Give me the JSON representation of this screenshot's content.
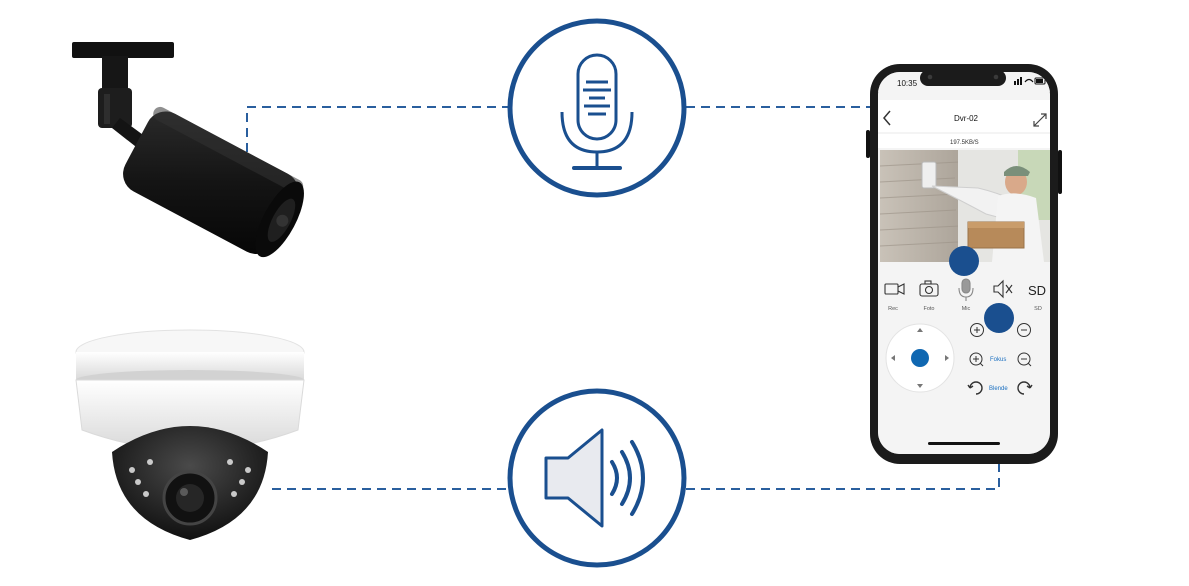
{
  "phone": {
    "status_time": "10:35",
    "device_title": "Dvr-02",
    "bitrate": "197.5KB/S",
    "actions": [
      {
        "label": "Rec",
        "icon": "video-camera-icon"
      },
      {
        "label": "Foto",
        "icon": "camera-icon"
      },
      {
        "label": "Mic",
        "icon": "microphone-icon"
      },
      {
        "label": "",
        "icon": "mute-speaker-icon"
      },
      {
        "label": "SD",
        "icon": "sd-card-icon"
      }
    ],
    "action_sublabels": [
      "Rec",
      "Foto",
      "Mic",
      "",
      "SD"
    ],
    "sd_glyph": "SD",
    "ptz_labels": {
      "focus": "Fokus",
      "iris": "Blende"
    }
  },
  "colors": {
    "accent": "#1a4f8f",
    "line": "#2a5f9e",
    "phone_body": "#1b1b1b",
    "highlight_dot": "#0f67b1"
  }
}
